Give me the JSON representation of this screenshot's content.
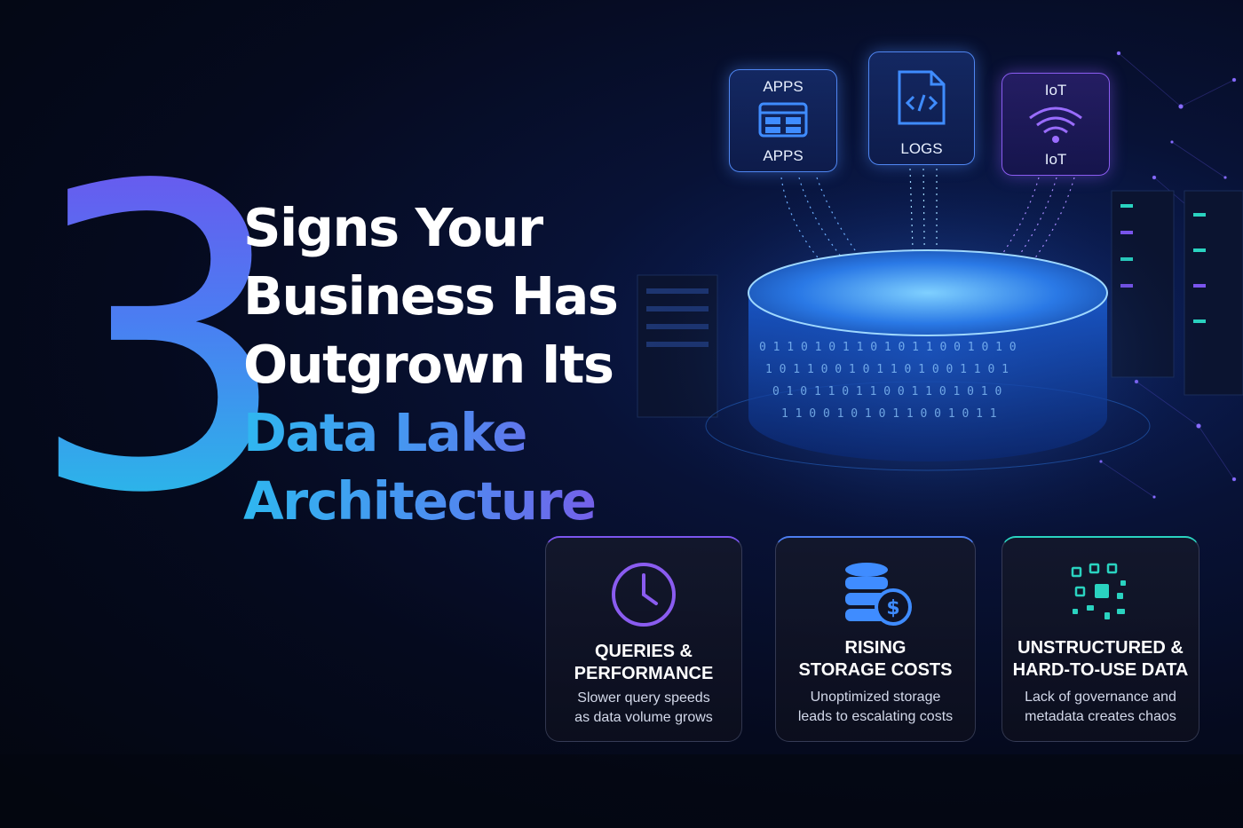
{
  "hero": {
    "number": "3",
    "headline_lines": [
      "Signs Your",
      "Business Has",
      "Outgrown Its"
    ],
    "highlight_lines": [
      "Data Lake",
      "Architecture"
    ]
  },
  "sources": [
    {
      "label_top": "APPS",
      "label_bottom": "APPS",
      "icon": "app-grid-icon"
    },
    {
      "label_top": "",
      "label_bottom": "LOGS",
      "icon": "code-file-icon"
    },
    {
      "label_top": "IoT",
      "label_bottom": "IoT",
      "icon": "wifi-icon"
    }
  ],
  "cards": [
    {
      "title_lines": [
        "QUERIES &",
        "PERFORMANCE"
      ],
      "desc_lines": [
        "Slower query speeds",
        "as data volume grows"
      ],
      "icon": "clock-icon",
      "accent": "#7b55ee"
    },
    {
      "title_lines": [
        "RISING",
        "STORAGE COSTS"
      ],
      "desc_lines": [
        "Unoptimized storage",
        "leads to escalating costs"
      ],
      "icon": "database-dollar-icon",
      "accent": "#4c7df0"
    },
    {
      "title_lines": [
        "UNSTRUCTURED &",
        "HARD-TO-USE DATA"
      ],
      "desc_lines": [
        "Lack of governance and",
        "metadata creates chaos"
      ],
      "icon": "scattered-squares-icon",
      "accent": "#2ad3c0"
    }
  ],
  "colors": {
    "background": "#050a1e",
    "gradient_purple": "#6f52ee",
    "gradient_cyan": "#22c6e6",
    "lake_blue": "#3a8cff"
  }
}
